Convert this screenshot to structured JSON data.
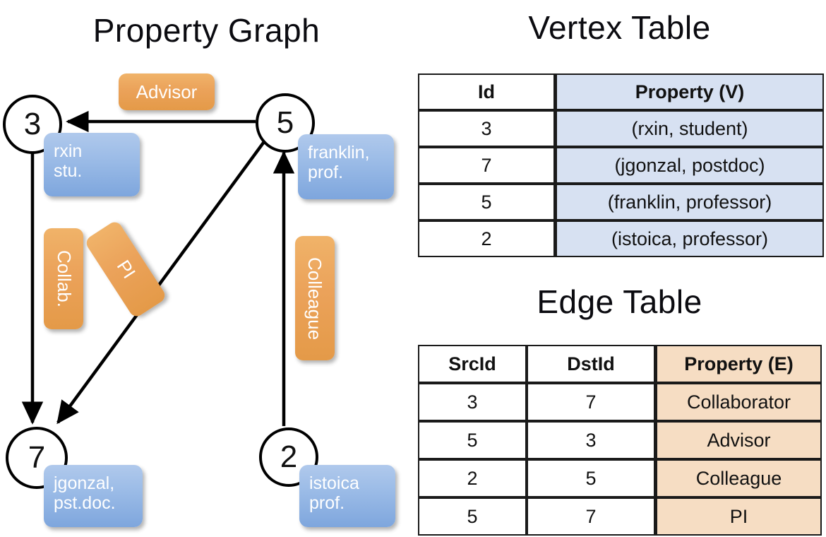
{
  "titles": {
    "property_graph": "Property Graph",
    "vertex_table": "Vertex Table",
    "edge_table": "Edge Table"
  },
  "graph": {
    "nodes": [
      {
        "id": "3",
        "property": "rxin\nstu."
      },
      {
        "id": "5",
        "property": "franklin,\nprof."
      },
      {
        "id": "7",
        "property": "jgonzal,\npst.doc."
      },
      {
        "id": "2",
        "property": "istoica\nprof."
      }
    ],
    "node_labels": {
      "n3": "3",
      "n5": "5",
      "n7": "7",
      "n2": "2"
    },
    "property_boxes": {
      "rxin": {
        "line1": "rxin",
        "line2": "stu."
      },
      "franklin": {
        "line1": "franklin,",
        "line2": "prof."
      },
      "jgonzal": {
        "line1": "jgonzal,",
        "line2": "pst.doc."
      },
      "istoica": {
        "line1": "istoica",
        "line2": "prof."
      }
    },
    "edge_labels": {
      "advisor": "Advisor",
      "collab": "Collab.",
      "pi": "PI",
      "colleague": "Colleague"
    },
    "edges": [
      {
        "src": "5",
        "dst": "3",
        "label": "Advisor"
      },
      {
        "src": "3",
        "dst": "7",
        "label": "Collab."
      },
      {
        "src": "5",
        "dst": "7",
        "label": "PI"
      },
      {
        "src": "2",
        "dst": "5",
        "label": "Colleague"
      }
    ]
  },
  "vertex_table": {
    "headers": [
      "Id",
      "Property (V)"
    ],
    "rows": [
      {
        "id": "3",
        "property": "(rxin, student)"
      },
      {
        "id": "7",
        "property": "(jgonzal, postdoc)"
      },
      {
        "id": "5",
        "property": "(franklin, professor)"
      },
      {
        "id": "2",
        "property": "(istoica, professor)"
      }
    ]
  },
  "edge_table": {
    "headers": [
      "SrcId",
      "DstId",
      "Property (E)"
    ],
    "rows": [
      {
        "src": "3",
        "dst": "7",
        "property": "Collaborator"
      },
      {
        "src": "5",
        "dst": "3",
        "property": "Advisor"
      },
      {
        "src": "2",
        "dst": "5",
        "property": "Colleague"
      },
      {
        "src": "5",
        "dst": "7",
        "property": "PI"
      }
    ]
  },
  "colors": {
    "vertex_property_cell": "#d7e1f2",
    "edge_property_cell": "#f6ddc3",
    "node_property_box": "#9cbce7",
    "edge_label_box": "#eba25a",
    "stroke": "#000000"
  }
}
